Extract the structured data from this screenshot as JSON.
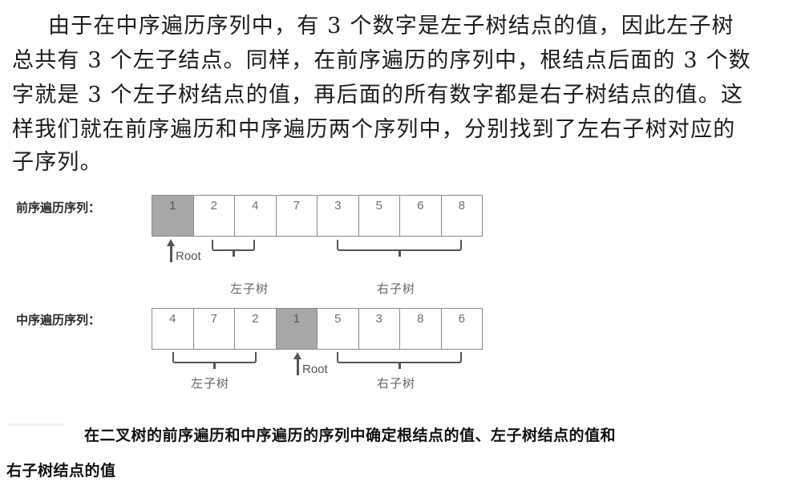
{
  "paragraph": {
    "lines": [
      "由于在中序遍历序列中，有 3 个数字是左子树结点的值，因此左子树",
      "总共有 3 个左子结点。同样，在前序遍历的序列中，根结点后面的 3 个数",
      "字就是 3 个左子树结点的值，再后面的所有数字都是右子树结点的值。这",
      "样我们就在前序遍历和中序遍历两个序列中，分别找到了左右子树对应的",
      "子序列。"
    ]
  },
  "diagram": {
    "preorder": {
      "label": "前序遍历序列：",
      "cells": [
        "1",
        "2",
        "4",
        "7",
        "3",
        "5",
        "6",
        "8"
      ],
      "root_index": 0,
      "root_label": "Root",
      "left_subtree_label": "左子树",
      "right_subtree_label": "右子树"
    },
    "inorder": {
      "label": "中序遍历序列：",
      "cells": [
        "4",
        "7",
        "2",
        "1",
        "5",
        "3",
        "8",
        "6"
      ],
      "root_index": 3,
      "root_label": "Root",
      "left_subtree_label": "左子树",
      "right_subtree_label": "右子树"
    },
    "colors": {
      "root_cell_fill": "#a7a7a7",
      "cell_border": "#8a8a8a",
      "brace": "#555555"
    }
  },
  "caption": {
    "lines": [
      "在二叉树的前序遍历和中序遍历的序列中确定根结点的值、左子树结点的值和",
      "右子树结点的值"
    ]
  }
}
